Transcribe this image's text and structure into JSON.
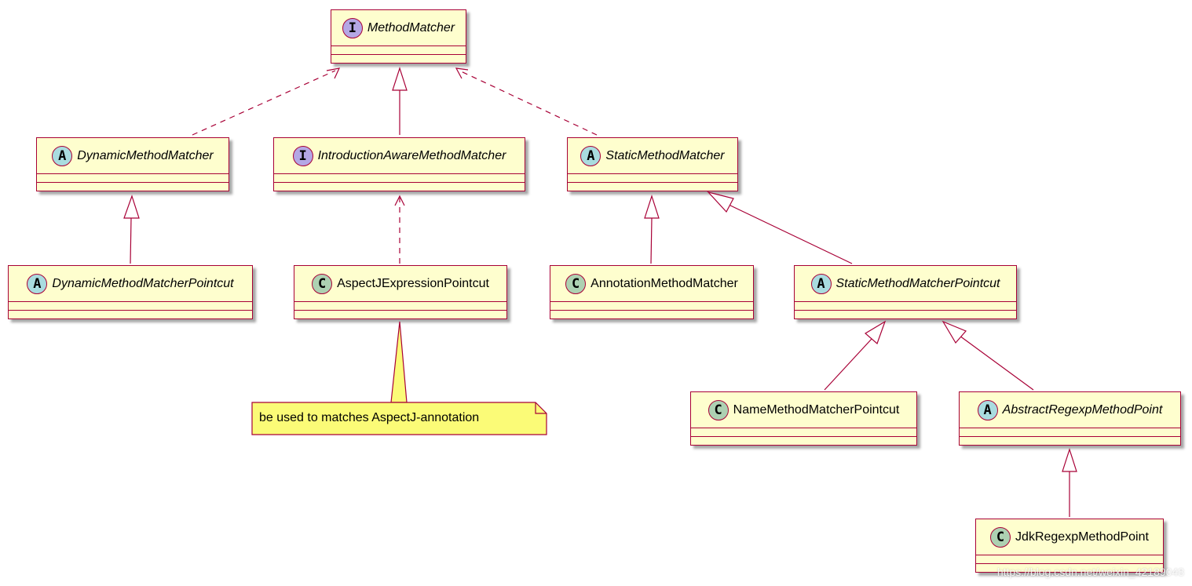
{
  "colors": {
    "class_fill": "#fefece",
    "class_border": "#a80036",
    "note_fill": "#fbfb77",
    "interface_badge": "#b4a7e5",
    "abstract_badge": "#a9dcdf",
    "class_badge": "#add1b2"
  },
  "classes": {
    "method_matcher": {
      "badge": "I",
      "kind": "interface",
      "name": "MethodMatcher"
    },
    "dynamic_method_matcher": {
      "badge": "A",
      "kind": "abstract",
      "name": "DynamicMethodMatcher"
    },
    "introduction_aware_method_matcher": {
      "badge": "I",
      "kind": "interface",
      "name": "IntroductionAwareMethodMatcher"
    },
    "static_method_matcher": {
      "badge": "A",
      "kind": "abstract",
      "name": "StaticMethodMatcher"
    },
    "dynamic_method_matcher_pointcut": {
      "badge": "A",
      "kind": "abstract",
      "name": "DynamicMethodMatcherPointcut"
    },
    "aspectj_expression_pointcut": {
      "badge": "C",
      "kind": "class",
      "name": "AspectJExpressionPointcut"
    },
    "annotation_method_matcher": {
      "badge": "C",
      "kind": "class",
      "name": "AnnotationMethodMatcher"
    },
    "static_method_matcher_pointcut": {
      "badge": "A",
      "kind": "abstract",
      "name": "StaticMethodMatcherPointcut"
    },
    "name_method_matcher_pointcut": {
      "badge": "C",
      "kind": "class",
      "name": "NameMethodMatcherPointcut"
    },
    "abstract_regexp_method_point": {
      "badge": "A",
      "kind": "abstract",
      "name": "AbstractRegexpMethodPoint"
    },
    "jdk_regexp_method_point": {
      "badge": "C",
      "kind": "class",
      "name": "JdkRegexpMethodPoint"
    }
  },
  "note": {
    "text": "be used to matches AspectJ-annotation"
  },
  "relations": [
    {
      "from": "dynamic_method_matcher",
      "to": "method_matcher",
      "type": "realization"
    },
    {
      "from": "introduction_aware_method_matcher",
      "to": "method_matcher",
      "type": "extension"
    },
    {
      "from": "static_method_matcher",
      "to": "method_matcher",
      "type": "realization"
    },
    {
      "from": "dynamic_method_matcher_pointcut",
      "to": "dynamic_method_matcher",
      "type": "extension"
    },
    {
      "from": "aspectj_expression_pointcut",
      "to": "introduction_aware_method_matcher",
      "type": "realization"
    },
    {
      "from": "annotation_method_matcher",
      "to": "static_method_matcher",
      "type": "extension"
    },
    {
      "from": "static_method_matcher_pointcut",
      "to": "static_method_matcher",
      "type": "extension"
    },
    {
      "from": "name_method_matcher_pointcut",
      "to": "static_method_matcher_pointcut",
      "type": "extension"
    },
    {
      "from": "abstract_regexp_method_point",
      "to": "static_method_matcher_pointcut",
      "type": "extension"
    },
    {
      "from": "jdk_regexp_method_point",
      "to": "abstract_regexp_method_point",
      "type": "extension"
    }
  ],
  "watermark": "https://blog.csdn.net/weixin_42189048"
}
